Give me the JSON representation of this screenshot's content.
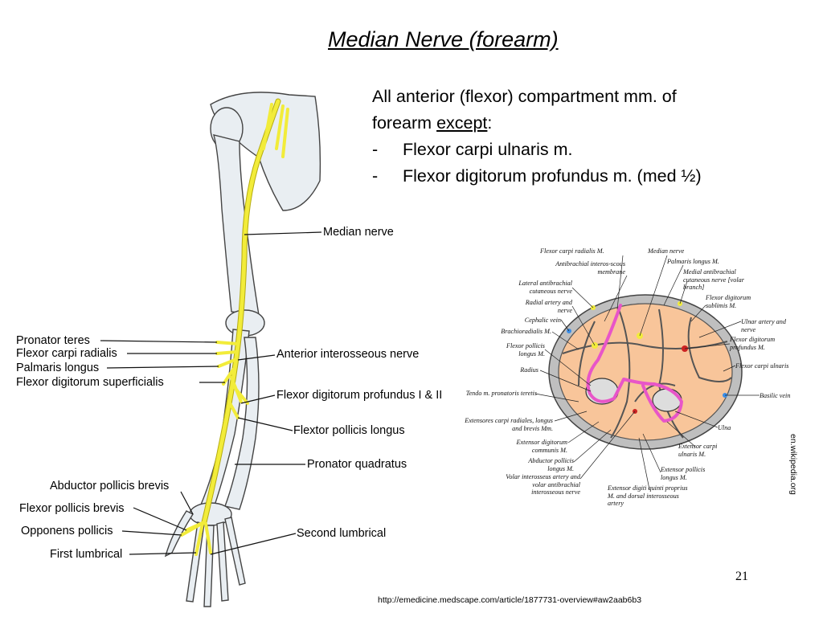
{
  "slide": {
    "title": "Median Nerve (forearm)",
    "intro_line1": "All anterior (flexor) compartment mm. of",
    "intro_line2_prefix": "forearm ",
    "intro_line2_underlined": "except",
    "intro_line2_suffix": ":",
    "bullets": [
      "Flexor carpi ulnaris m.",
      "Flexor digitorum profundus m. (med ½)"
    ],
    "bullet_marker": "-",
    "page_number": "21",
    "source_url": "http://emedicine.medscape.com/article/1877731-overview#aw2aab6b3",
    "image_credit": "en.wikipedia.org"
  },
  "arm_labels": {
    "median_nerve": "Median nerve",
    "anterior_interosseous": "Anterior interosseous nerve",
    "fdp": "Flexor digitorum profundus I & II",
    "fpl": "Flextor pollicis longus",
    "pronator_quadratus": "Pronator quadratus",
    "second_lumbrical": "Second lumbrical",
    "pronator_teres": "Pronator teres",
    "fcr": "Flexor carpi radialis",
    "palmaris_longus": "Palmaris longus",
    "fds": "Flexor digitorum superficialis",
    "apb": "Abductor pollicis brevis",
    "fpb": "Flexor pollicis brevis",
    "opponens": "Opponens pollicis",
    "first_lumbrical": "First lumbrical"
  },
  "cross_section_labels": {
    "fcr": "Flexor carpi radialis M.",
    "antibrachial": "Antibrachial interos-scous membrane",
    "lateral_cut": "Lateral antibrachial cutaneous nerve",
    "radial_artery": "Radial artery and nerve",
    "cephalic": "Cephalic vein",
    "brachioradialis": "Brachioradialis M.",
    "fpl": "Flexor pollicis longus M.",
    "radius": "Radius",
    "tendo": "Tendo m. pronatoris teretis",
    "ecr": "Extensores carpi radiales, longus and brevis Mm.",
    "edc": "Extensor digitorum communis M.",
    "apl": "Abductor pollicis longus M.",
    "volar": "Volar interosseus artery and volar antibrachial interosseous nerve",
    "median_nerve": "Median nerve",
    "palmaris": "Palmaris longus M.",
    "medial_cut": "Medial antibrachial cutaneous nerve [volar branch]",
    "fds": "Flexor digitorum sublimis M.",
    "ulnar_an": "Ulnar artery and nerve",
    "fdp": "Flexor digitorum profundus M.",
    "fcu": "Flexor carpi ulnaris",
    "basilic": "Basilic vein",
    "ulna": "Ulna",
    "ecu": "Extensor carpi ulnaris M.",
    "epl": "Extensor pollicis longus M.",
    "edq": "Extensor digiti quinti proprius M. and dorsal interosseous artery"
  },
  "colors": {
    "nerve": "#f2ec3a",
    "nerve_outline": "#b5ac10",
    "bone": "#e9eef2",
    "muscle": "#f8c59a",
    "highlight": "#e855c8"
  }
}
